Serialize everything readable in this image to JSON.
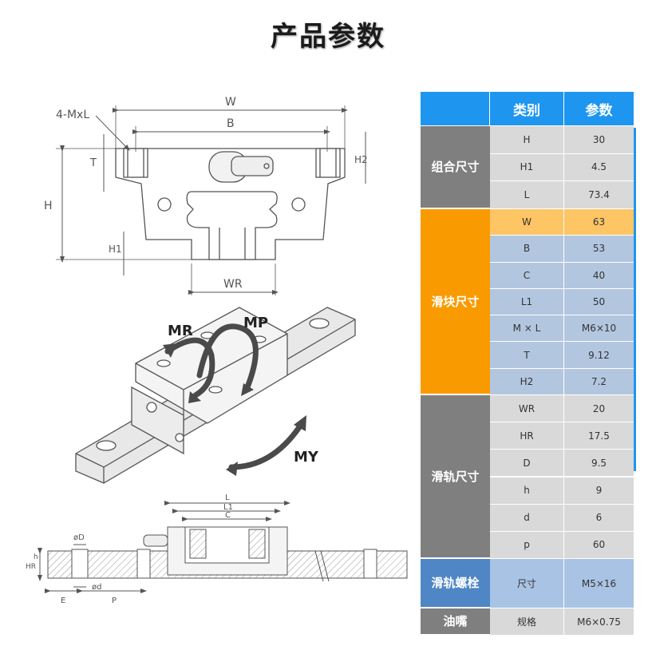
{
  "title": "产品参数",
  "drawing_labels": {
    "mxl": "4-MxL",
    "w": "W",
    "b": "B",
    "t": "T",
    "h": "H",
    "h2": "H2",
    "h1": "H1",
    "wr": "WR",
    "mr": "MR",
    "mp": "MP",
    "my": "MY",
    "l": "L",
    "l1": "L1",
    "c": "C",
    "od": "øD",
    "hr": "HR",
    "hh": "h",
    "osd": "ød",
    "e": "E",
    "p": "P"
  },
  "table": {
    "header": {
      "category": "类别",
      "value": "参数"
    },
    "groups": [
      {
        "label": "组合\n尺寸",
        "rows": [
          {
            "name": "H",
            "value": "30"
          },
          {
            "name": "H1",
            "value": "4.5"
          },
          {
            "name": "L",
            "value": "73.4"
          }
        ]
      },
      {
        "label": "滑块\n尺寸",
        "rows": [
          {
            "name": "W",
            "value": "63"
          },
          {
            "name": "B",
            "value": "53"
          },
          {
            "name": "C",
            "value": "40"
          },
          {
            "name": "L1",
            "value": "50"
          },
          {
            "name": "M × L",
            "value": "M6×10"
          },
          {
            "name": "T",
            "value": "9.12"
          },
          {
            "name": "H2",
            "value": "7.2"
          }
        ]
      },
      {
        "label": "滑轨\n尺寸",
        "rows": [
          {
            "name": "WR",
            "value": "20"
          },
          {
            "name": "HR",
            "value": "17.5"
          },
          {
            "name": "D",
            "value": "9.5"
          },
          {
            "name": "h",
            "value": "9"
          },
          {
            "name": "d",
            "value": "6"
          },
          {
            "name": "p",
            "value": "60"
          }
        ]
      },
      {
        "label": "滑轨\n螺栓",
        "rows": [
          {
            "name": "尺寸",
            "value": "M5×16"
          }
        ]
      },
      {
        "label": "油嘴",
        "rows": [
          {
            "name": "规格",
            "value": "M6×0.75"
          }
        ]
      }
    ]
  },
  "colors": {
    "header": "#1e96f0",
    "group_gray": "#7f7f7f",
    "group_orange": "#f99b00",
    "group_blue": "#4f86c5"
  }
}
